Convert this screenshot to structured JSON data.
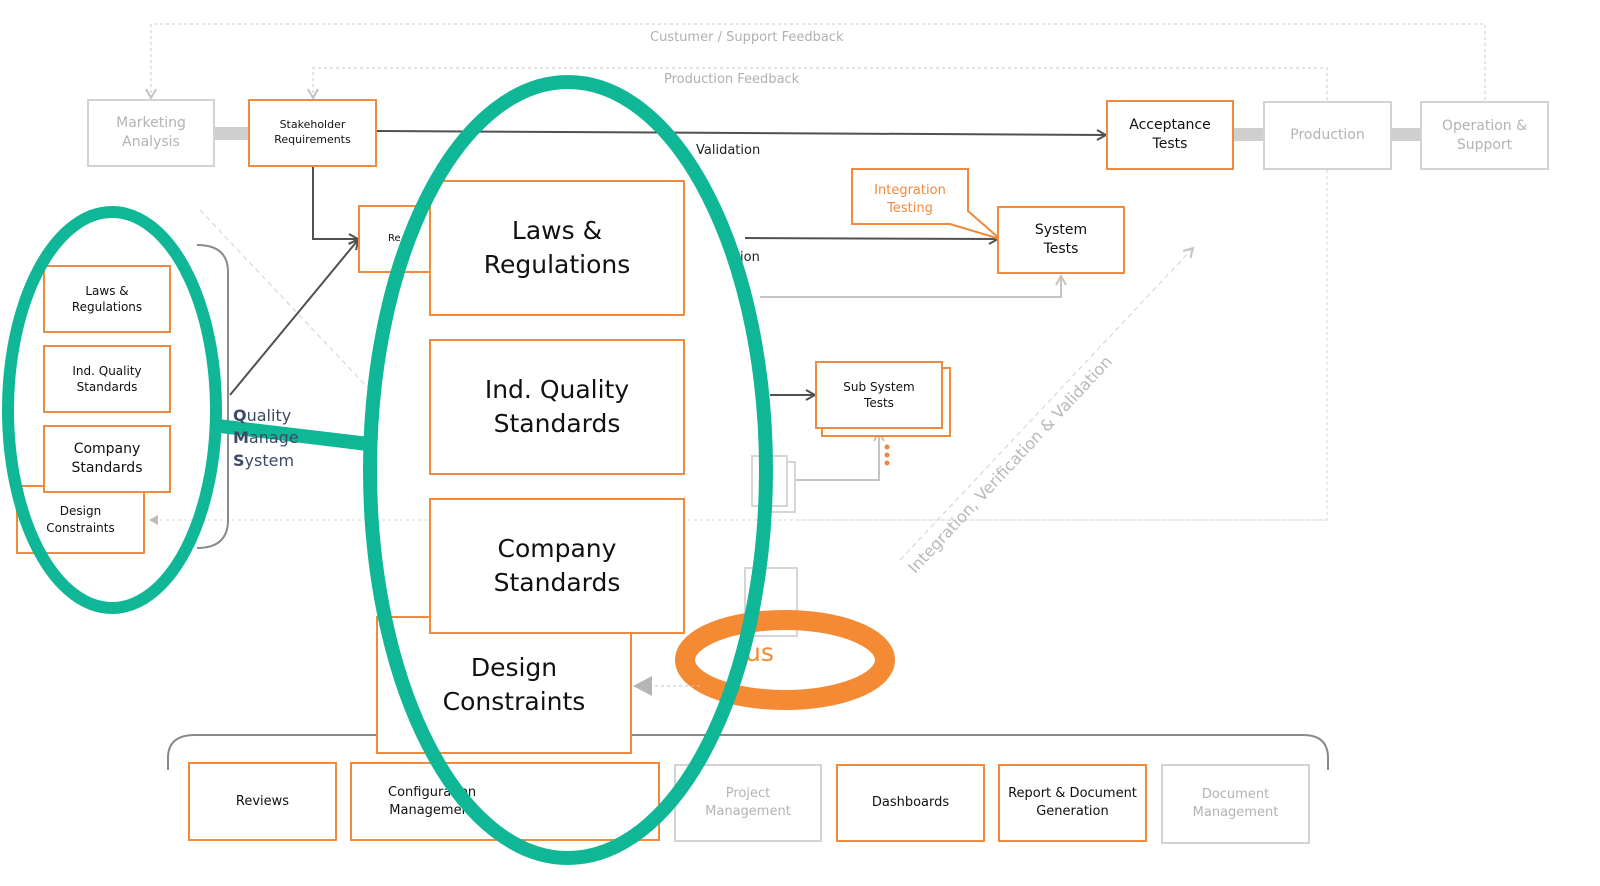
{
  "feedback": {
    "customer": "Custumer / Support Feedback",
    "production": "Production Feedback"
  },
  "top_row": {
    "marketing": "Marketing\nAnalysis",
    "stakeholder": "Stakeholder\nRequirements",
    "acceptance": "Acceptance\nTests",
    "production": "Production",
    "operation": "Operation &\nSupport"
  },
  "labels": {
    "validation": "Validation",
    "verification_partial": "ion",
    "integration_testing": "Integration\nTesting",
    "system_tests": "System\nTests",
    "subsystem_tests": "Sub System\nTests",
    "req_partial": "Re",
    "ivv": "Integration, Verification & Validation",
    "continuous_partial": "us"
  },
  "qms": {
    "q": "Q",
    "uality": "uality",
    "m": "M",
    "anage": "anage",
    "s": "S",
    "ystem": "ystem"
  },
  "left_stack": {
    "laws": "Laws &\nRegulations",
    "ind_quality": "Ind. Quality\nStandards",
    "company": "Company\nStandards",
    "design": "Design\nConstraints"
  },
  "zoom_stack": {
    "laws": "Laws &\nRegulations",
    "ind_quality": "Ind. Quality\nStandards",
    "company": "Company\nStandards",
    "design": "Design\nConstraints"
  },
  "bottom_row": {
    "reviews": "Reviews",
    "config": "Configuration\nManagement",
    "project": "Project\nManagement",
    "dashboards": "Dashboards",
    "report": "Report & Document\nGeneration",
    "document": "Document\nManagement"
  },
  "colors": {
    "orange": "#f08a3c",
    "teal": "#0fb797",
    "grey_border": "#d3d3d3",
    "grey_text": "#b3b3b3",
    "dark_arrow": "#505050"
  }
}
